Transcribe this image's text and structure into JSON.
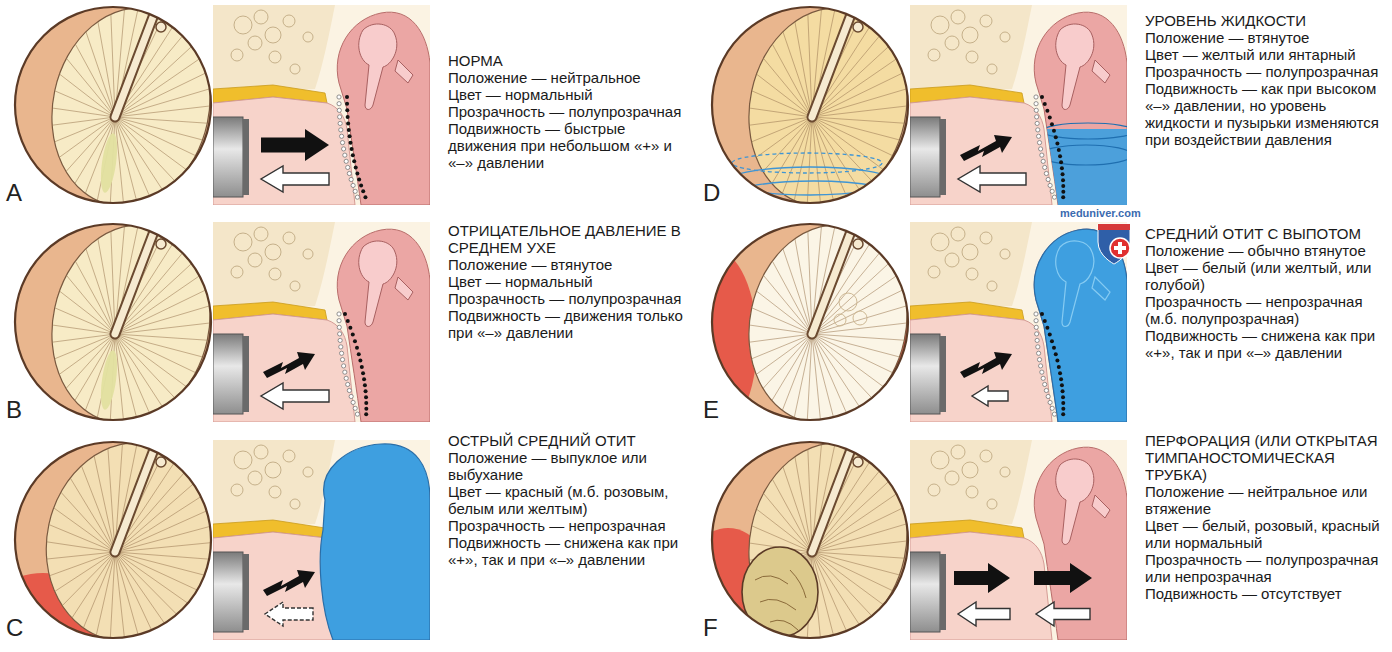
{
  "diagram": {
    "labels": [
      "A",
      "НОРМА",
      "Положение — нейтральное",
      "Цвет — нормальный",
      "Прозрачность — полупрозрачная",
      "Подвижность — быстрые движения при небольшом «+» и «–» давлении",
      "B",
      "ОТРИЦАТЕЛЬНОЕ ДАВЛЕНИЕ В СРЕДНЕМ УХЕ",
      "Положение — втянутое",
      "Цвет — нормальный",
      "Прозрачность — полупрозрачная",
      "Подвижность — движения только при «–» давлении",
      "C",
      "ОСТРЫЙ СРЕДНИЙ ОТИТ",
      "Положение — выпуклое или выбухание",
      "Цвет — красный (м.б. розовым, белым или желтым)",
      "Прозрачность — непрозрачная",
      "Подвижность — снижена как при «+», так и при «–» давлении",
      "D",
      "УРОВЕНЬ ЖИДКОСТИ",
      "Положение — втянутое",
      "Цвет — желтый или янтарный",
      "Прозрачность — полупрозрачная",
      "Подвижность — как при высоком «–» давлении, но уровень жидкости и пузырьки изменяются при воздействии давления",
      "E",
      "СРЕДНИЙ ОТИТ С ВЫПОТОМ",
      "Положение — обычно втянутое",
      "Цвет — белый (или желтый, или голубой)",
      "Прозрачность — непрозрачная (м.б. полупрозрачная)",
      "Подвижность — снижена как при «+», так и при «–» давлении",
      "F",
      "ПЕРФОРАЦИЯ (ИЛИ ОТКРЫТАЯ ТИМПАНОСТОМИЧЕСКАЯ ТРУБКА)",
      "Положение — нейтральное или втяжение",
      "Цвет — белый, розовый, красный или нормальный",
      "Прозрачность — полупрозрачная или непрозрачная",
      "Подвижность — отсутствует",
      "meduniver.com"
    ]
  }
}
